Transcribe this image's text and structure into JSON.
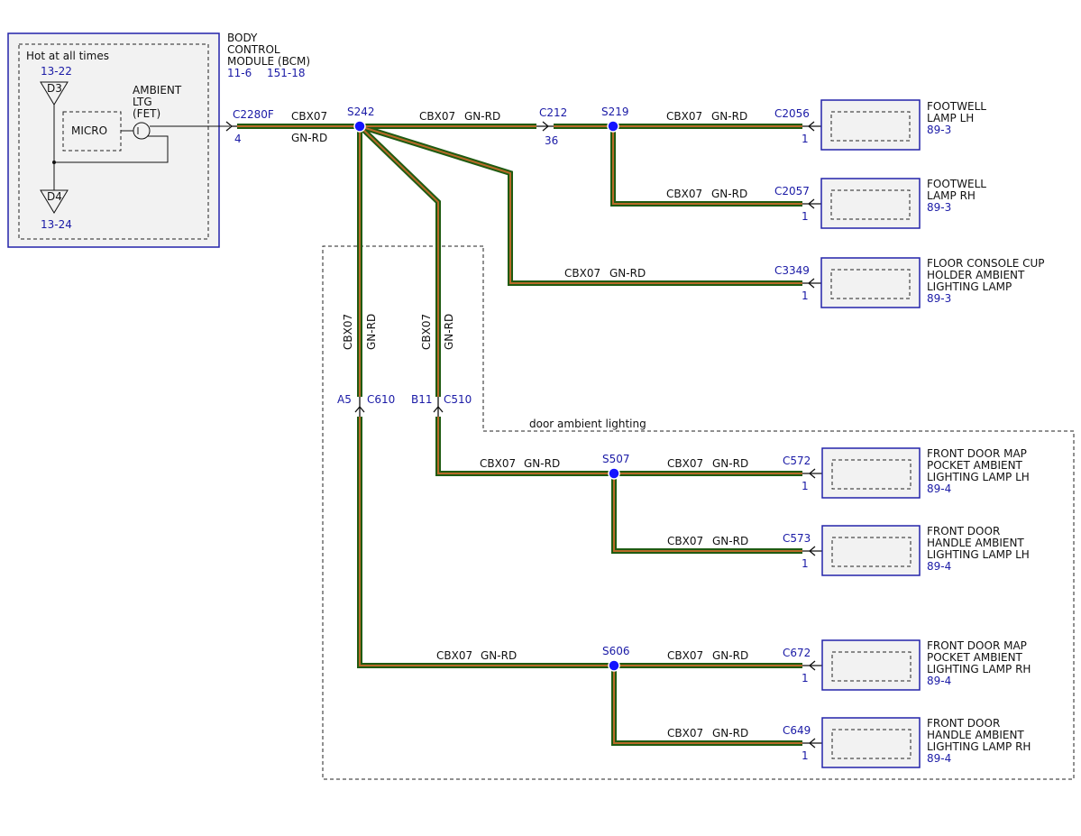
{
  "colors": {
    "wire_outer": "#1f5b12",
    "wire_inner": "#b86a28",
    "ref_blue": "#1a1aa6",
    "splice_fill": "#1414ff",
    "box_border": "#2323aa",
    "box_fill": "#f2f2f2"
  },
  "bcm": {
    "title_lines": [
      "BODY",
      "CONTROL",
      "MODULE (BCM)"
    ],
    "ref_left": "11-6",
    "ref_right": "151-18",
    "hot_label": "Hot at all times",
    "d3_ref": "13-22",
    "d3_label": "D3",
    "d4_label": "D4",
    "d4_ref": "13-24",
    "micro_label": "MICRO",
    "fet_lines": [
      "AMBIENT",
      "LTG",
      "(FET)"
    ]
  },
  "connectors": {
    "c2280f": "C2280F",
    "c2280f_pin": "4",
    "c212": "C212",
    "c212_pin": "36",
    "c610": "C610",
    "c610_pin": "A5",
    "c510": "C510",
    "c510_pin": "B11"
  },
  "splices": {
    "s242": "S242",
    "s219": "S219",
    "s507": "S507",
    "s606": "S606"
  },
  "wire": {
    "circuit": "CBX07",
    "color": "GN-RD"
  },
  "door_region_label": "door ambient lighting",
  "loads": [
    {
      "connector": "C2056",
      "pin": "1",
      "name_lines": [
        "FOOTWELL",
        "LAMP LH"
      ],
      "ref": "89-3"
    },
    {
      "connector": "C2057",
      "pin": "1",
      "name_lines": [
        "FOOTWELL",
        "LAMP RH"
      ],
      "ref": "89-3"
    },
    {
      "connector": "C3349",
      "pin": "1",
      "name_lines": [
        "FLOOR CONSOLE CUP",
        "HOLDER AMBIENT",
        "LIGHTING LAMP"
      ],
      "ref": "89-3"
    },
    {
      "connector": "C572",
      "pin": "1",
      "name_lines": [
        "FRONT DOOR MAP",
        "POCKET AMBIENT",
        "LIGHTING LAMP LH"
      ],
      "ref": "89-4"
    },
    {
      "connector": "C573",
      "pin": "1",
      "name_lines": [
        "FRONT DOOR",
        "HANDLE AMBIENT",
        "LIGHTING LAMP LH"
      ],
      "ref": "89-4"
    },
    {
      "connector": "C672",
      "pin": "1",
      "name_lines": [
        "FRONT DOOR MAP",
        "POCKET AMBIENT",
        "LIGHTING LAMP RH"
      ],
      "ref": "89-4"
    },
    {
      "connector": "C649",
      "pin": "1",
      "name_lines": [
        "FRONT DOOR",
        "HANDLE AMBIENT",
        "LIGHTING LAMP RH"
      ],
      "ref": "89-4"
    }
  ]
}
